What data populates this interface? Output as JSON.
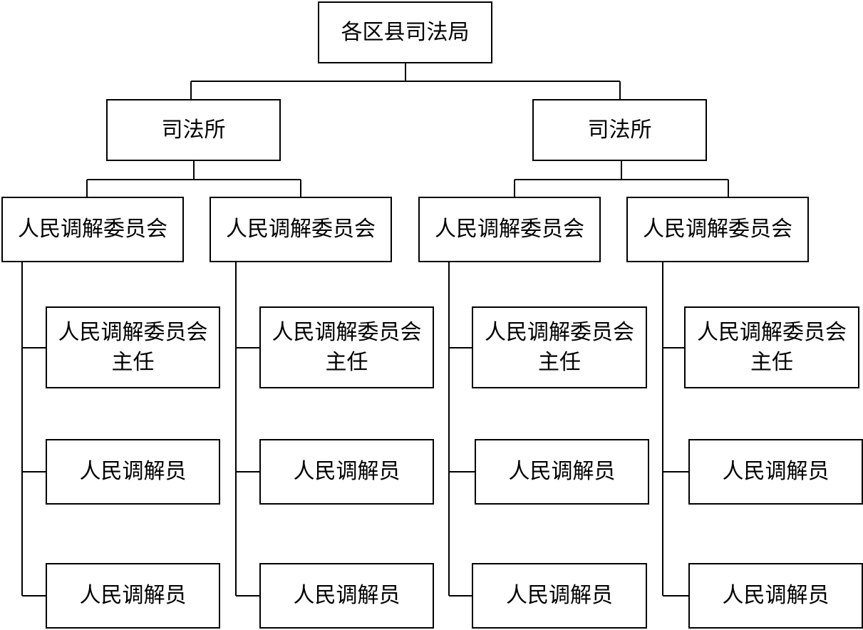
{
  "org_chart": {
    "root": "各区县司法局",
    "stations": [
      {
        "name": "司法所",
        "committees": [
          {
            "name": "人民调解委员会",
            "director": "人民调解委员会\n主任",
            "mediators": [
              "人民调解员",
              "人民调解员"
            ]
          },
          {
            "name": "人民调解委员会",
            "director": "人民调解委员会\n主任",
            "mediators": [
              "人民调解员",
              "人民调解员"
            ]
          }
        ]
      },
      {
        "name": "司法所",
        "committees": [
          {
            "name": "人民调解委员会",
            "director": "人民调解委员会\n主任",
            "mediators": [
              "人民调解员",
              "人民调解员"
            ]
          },
          {
            "name": "人民调解委员会",
            "director": "人民调解委员会\n主任",
            "mediators": [
              "人民调解员",
              "人民调解员"
            ]
          }
        ]
      }
    ]
  },
  "colors": {
    "line": "#000000",
    "box_border": "#000000",
    "background": "#ffffff"
  }
}
